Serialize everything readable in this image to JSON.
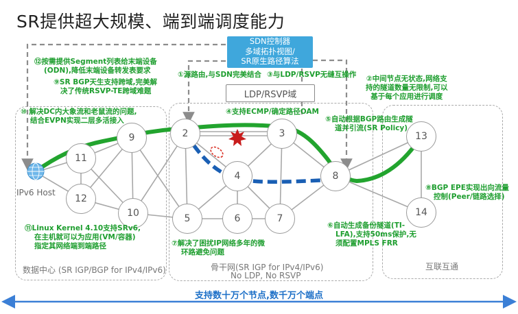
{
  "title": "SR提供超大规模、端到端调度能力",
  "controller": {
    "line1": "SDN控制器",
    "line2": "多域拓扑视图/",
    "line3": "SR原生路径算法"
  },
  "ldp_box": "LDP/RSVP域",
  "zones": {
    "dc": "数据中心 (SR IGP/BGP for IPv4/IPv6)",
    "backbone_1": "骨干网(SR IGP for IPv4/IPv6)",
    "backbone_2": "No LDP, No RSVP",
    "internet": "互联互通"
  },
  "host_label": "IPv6 Host",
  "nodes": [
    "11",
    "9",
    "12",
    "10",
    "2",
    "3",
    "4",
    "5",
    "6",
    "7",
    "8",
    "13",
    "14"
  ],
  "annotations": {
    "a12_1": "⑫按需提供Segment列表给末端设备",
    "a12_2": "(ODN),降低末端设备转发表要求",
    "a9_1": "⑨SR BGP天生支持跨域,完美解",
    "a9_2": "决了传统RSVP-TE跨域难题",
    "a10_1": "⑩ 解决DC内大象流和老鼠流的问题,",
    "a10_2": "结合EVPN实现二层多活接入",
    "a1": "①源路由,与SDN完美结合",
    "a3": "③与LDP/RSVP无缝互操作",
    "a2_1": "②中间节点无状态,网络支",
    "a2_2": "持的隧道数量无限制,可以",
    "a2_3": "基于每个应用进行调度",
    "a4": "④支持ECMP/确定路径OAM",
    "a5_1": "⑤自动根据BGP路由生成隧",
    "a5_2": "道并引流(SR Policy)",
    "a8_1": "⑧BGP EPE实现出向流量",
    "a8_2": "控制(Peer/链路选择)",
    "a11_1": "⑪Linux Kernel 4.10支持SRv6,",
    "a11_2": "在主机就可以为应用(VM/容器)",
    "a11_3": "指定其网络端到端路径",
    "a7_1": "⑦解决了困扰IP网络多年的微",
    "a7_2": "环路避免问题",
    "a6_1": "⑥自动生成备份隧道(TI-",
    "a6_2": "LFA),支持50ms保护,无",
    "a6_3": "须配置MPLS FRR"
  },
  "footer": "支持数十万个节点,数千万个端点",
  "colors": {
    "primary_path": "#22a42e",
    "backup_path": "#1a5fb4",
    "annotation": "#1e9e2f",
    "controller": "#3fa7dc",
    "footer": "#1c6fc7"
  }
}
